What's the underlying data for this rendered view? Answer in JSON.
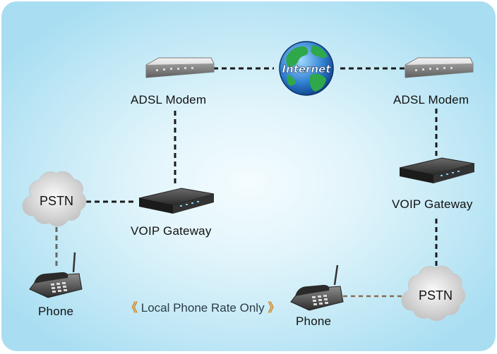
{
  "nodes": {
    "internet": "Internet",
    "adsl_left": "ADSL Modem",
    "adsl_right": "ADSL Modem",
    "voip_left": "VOIP Gateway",
    "voip_right": "VOIP Gateway",
    "pstn_left": "PSTN",
    "pstn_right": "PSTN",
    "phone_left": "Phone",
    "phone_right": "Phone"
  },
  "note": {
    "open": "《",
    "text": "Local Phone Rate Only",
    "close": "》"
  },
  "icons": [
    "globe-icon",
    "modem-icon",
    "gateway-icon",
    "cloud-icon",
    "phone-icon"
  ],
  "colors": {
    "background_center": "#f4fcff",
    "background_edge": "#a9def2",
    "connector": "#1a1a1a",
    "note_bracket": "#d18c2c"
  }
}
